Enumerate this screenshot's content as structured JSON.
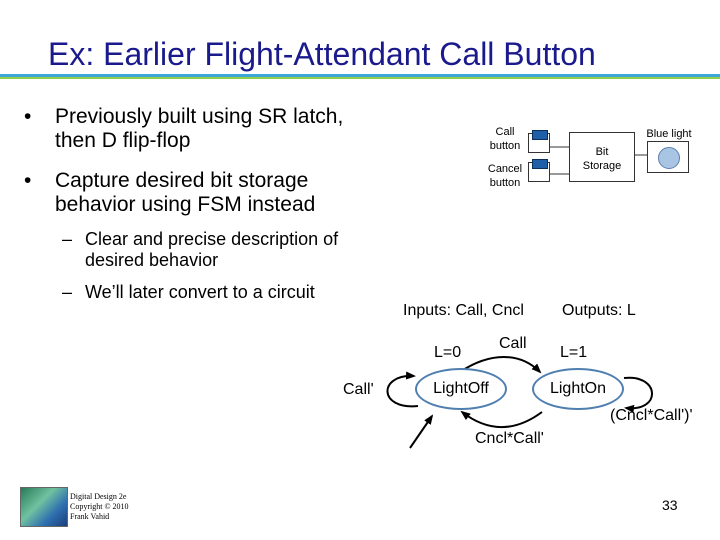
{
  "slide": {
    "title": "Ex: Earlier Flight-Attendant Call Button",
    "bullets": [
      {
        "line1": "Previously built using SR latch,",
        "line2": "then D flip-flop"
      },
      {
        "line1": "Capture desired bit storage",
        "line2": "behavior using FSM instead"
      }
    ],
    "sub_bullets": [
      {
        "line1": "Clear and precise description of",
        "line2": "desired behavior"
      },
      {
        "line1": "We’ll later convert to a circuit",
        "line2": ""
      }
    ],
    "bullet_char": "•",
    "dash_char": "–"
  },
  "block_diagram": {
    "call_label_1": "Call",
    "call_label_2": "button",
    "cancel_label_1": "Cancel",
    "cancel_label_2": "button",
    "storage_label_1": "Bit",
    "storage_label_2": "Storage",
    "light_label": "Blue light"
  },
  "fsm": {
    "inputs_label": "Inputs: Call, Cncl",
    "outputs_label": "Outputs: L",
    "state_off_name": "LightOff",
    "state_on_name": "LightOn",
    "state_off_output": "L=0",
    "state_on_output": "L=1",
    "transition_call": "Call",
    "transition_cncl_call": "Cncl*Call'",
    "self_loop_off": "Call'",
    "self_loop_on": "(Cncl*Call')'"
  },
  "footer": {
    "line1": "Digital Design 2e",
    "line2": "Copyright © 2010",
    "line3": "Frank Vahid",
    "page_number": "33"
  },
  "colors": {
    "title": "#1a1a8c",
    "rule_top": "#3ca8d8",
    "rule_bottom": "#8fcf4a",
    "state_border": "#4f7fb0"
  }
}
